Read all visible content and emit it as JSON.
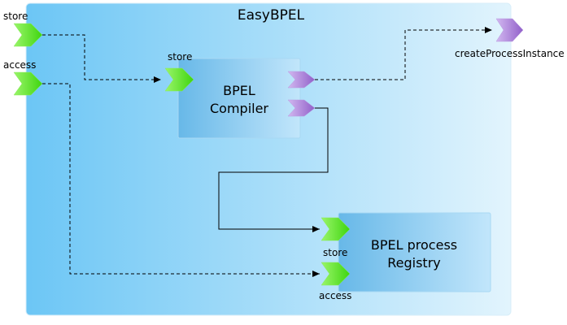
{
  "container": {
    "title": "EasyBPEL"
  },
  "left_ports": {
    "store": "store",
    "access": "access"
  },
  "compiler": {
    "title_line1": "BPEL",
    "title_line2": "Compiler",
    "store_port": "store"
  },
  "registry": {
    "title_line1": "BPEL process",
    "title_line2": "Registry",
    "store_port": "store",
    "access_port": "access"
  },
  "output_port": {
    "label": "createProcessInstance"
  },
  "colors": {
    "provided_port": "#5fe81f",
    "required_port": "#a87ad6",
    "container_left": "#6cc6f5",
    "container_right": "#e2f4fd",
    "component_left": "#67b8e8",
    "component_right": "#c2e6fb"
  }
}
